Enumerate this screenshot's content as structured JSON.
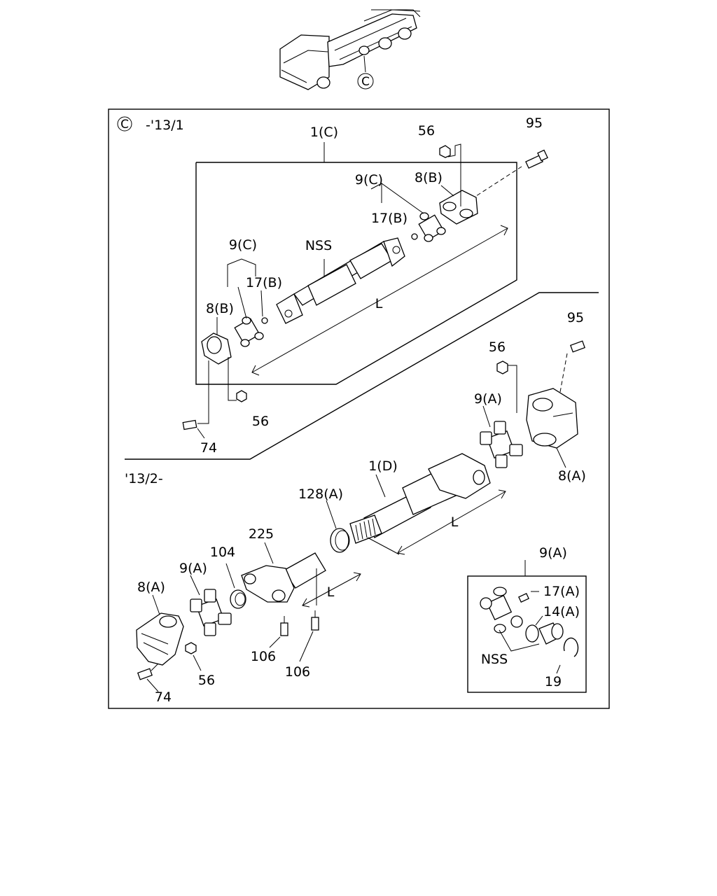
{
  "header": {
    "view_marker": "C",
    "period_top": "-'13/1",
    "period_bottom": "'13/2-"
  },
  "labels": {
    "shaft_1c": "1(C)",
    "shaft_1d": "1(D)",
    "nss_top": "NSS",
    "nss_detail": "NSS",
    "l_top": "L",
    "l_mid": "L",
    "l_bottom": "L",
    "p56_top": "56",
    "p95_top": "95",
    "p9c_top": "9(C)",
    "p8b_top": "8(B)",
    "p17b_top": "17(B)",
    "p9c_left": "9(C)",
    "p17b_left": "17(B)",
    "p8b_left": "8(B)",
    "p56_left": "56",
    "p74_left": "74",
    "p95_right": "95",
    "p56_right": "56",
    "p9a_right": "9(A)",
    "p8a_right": "8(A)",
    "p128a": "128(A)",
    "p225": "225",
    "p104": "104",
    "p9a_left": "9(A)",
    "p8a_left": "8(A)",
    "p106_a": "106",
    "p106_b": "106",
    "p56_bottom": "56",
    "p74_bottom": "74",
    "p9a_detail": "9(A)",
    "p17a_detail": "17(A)",
    "p14a_detail": "14(A)",
    "p19_detail": "19"
  }
}
